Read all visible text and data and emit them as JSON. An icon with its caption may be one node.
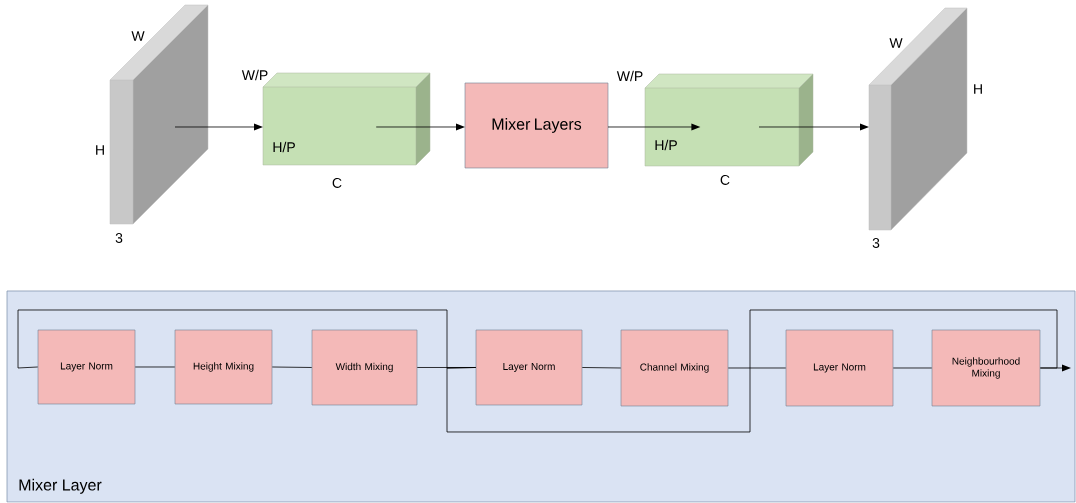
{
  "diagram": {
    "nodes": [
      {
        "text": [],
        "shape": "box",
        "beside": [
          "W",
          "H",
          "3"
        ]
      },
      {
        "text": [
          "H/P"
        ],
        "beside": [
          "W/P",
          "C"
        ]
      },
      {
        "text": [
          "Mixer Layers"
        ]
      },
      {
        "text": [
          "H/P"
        ],
        "beside": [
          "W/P",
          "C"
        ]
      },
      {
        "text": [],
        "shape": "box",
        "beside": [
          "W",
          "H",
          "3"
        ]
      },
      {
        "text": [
          "Mixer Layer"
        ]
      },
      {
        "text": [
          "Layer Norm"
        ],
        "in": 5
      },
      {
        "text": [
          "Height Mixing"
        ],
        "in": 5
      },
      {
        "text": [
          "Width Mixing"
        ],
        "in": 5
      },
      {
        "text": [
          "Layer Norm"
        ],
        "in": 5
      },
      {
        "text": [
          "Channel Mixing"
        ],
        "in": 5
      },
      {
        "text": [
          "Layer Norm"
        ],
        "in": 5
      },
      {
        "text": [
          "Neighbourhood Mixing"
        ],
        "in": 5
      }
    ],
    "edges": [
      {
        "from": 0,
        "to": 1,
        "arrow": "to"
      },
      {
        "from": 1,
        "to": 2,
        "arrow": "to"
      },
      {
        "from": 2,
        "to": 3,
        "arrow": "to"
      },
      {
        "from": 3,
        "to": 4,
        "arrow": "to"
      },
      {
        "from": 6,
        "to": 7,
        "arrow": "none"
      },
      {
        "from": 7,
        "to": 8,
        "arrow": "none"
      },
      {
        "from": 8,
        "to": 9,
        "arrow": "none"
      },
      {
        "from": 9,
        "to": 10,
        "arrow": "none"
      },
      {
        "from": 10,
        "to": 11,
        "arrow": "none"
      },
      {
        "from": 11,
        "to": 12,
        "arrow": "none"
      },
      {
        "from": 6,
        "to": 9,
        "arrow": "none"
      },
      {
        "from": 9,
        "to": 12,
        "arrow": "none"
      },
      {
        "from": 12,
        "to": null,
        "arrow": "to"
      }
    ]
  }
}
